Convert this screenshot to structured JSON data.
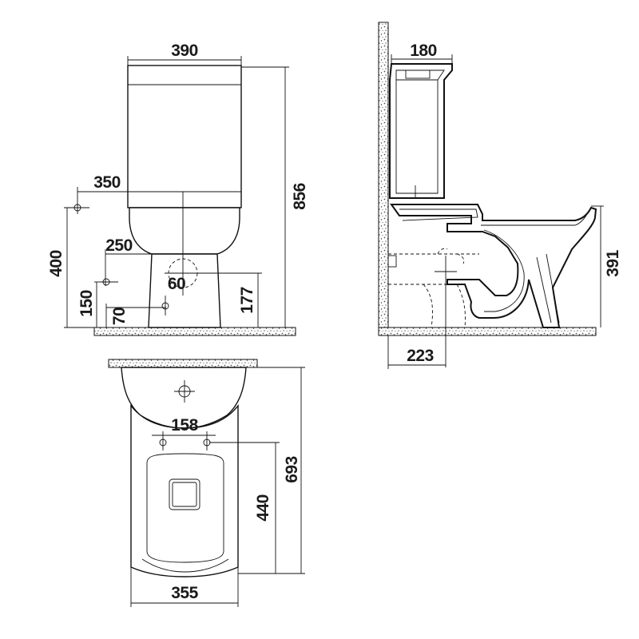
{
  "diagram": {
    "front_view": {
      "tank_width": "390",
      "total_height": "856",
      "inlet_offset": "350",
      "inlet_height": "400",
      "left_offset": "250",
      "side_inlet_height": "150",
      "bottom_offset": "70",
      "outlet_dia": "60",
      "outlet_height": "177"
    },
    "side_view": {
      "tank_depth": "180",
      "bowl_height": "391",
      "outlet_distance": "223"
    },
    "top_view": {
      "fixing_spacing": "158",
      "fixing_depth": "440",
      "total_depth": "693",
      "base_width": "355"
    }
  },
  "colors": {
    "line": "#111111",
    "floor": "#777777"
  }
}
